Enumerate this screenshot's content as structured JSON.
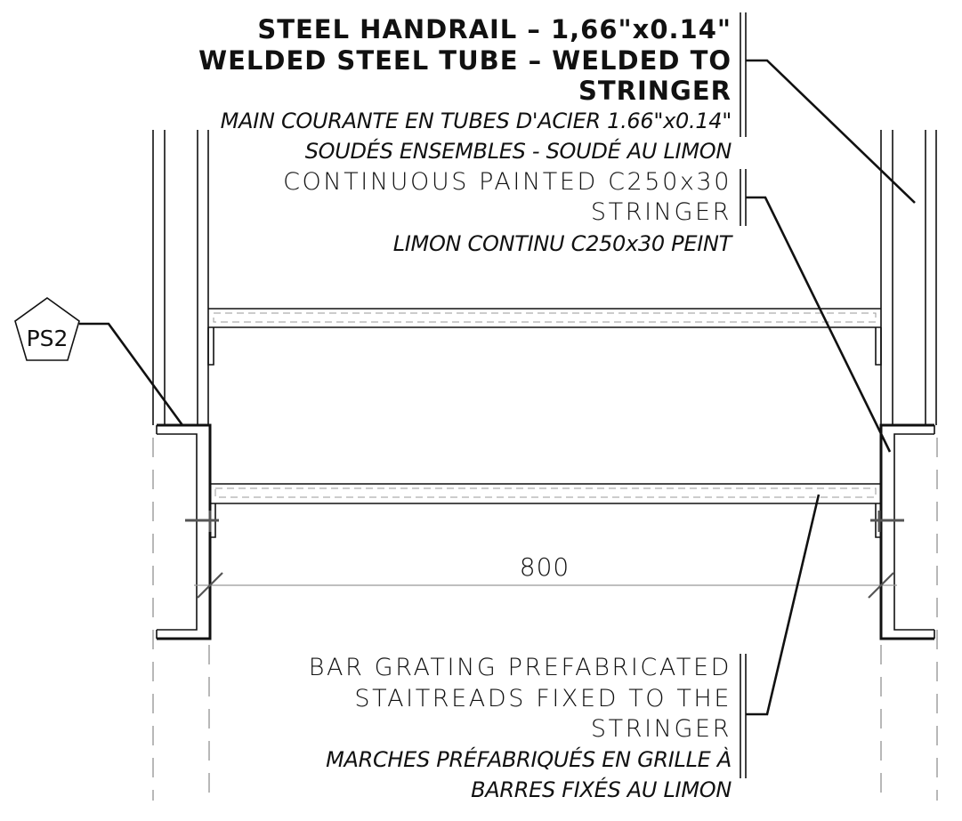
{
  "callouts": {
    "handrail": {
      "lines_en": [
        "STEEL HANDRAIL – 1,66\"x0.14\"",
        "WELDED STEEL TUBE – WELDED TO",
        "STRINGER"
      ],
      "lines_fr": [
        "MAIN COURANTE EN TUBES D'ACIER 1.66\"x0.14\"",
        "SOUDÉS ENSEMBLES - SOUDÉ AU LIMON"
      ]
    },
    "stringer": {
      "lines_en": [
        "CONTINUOUS PAINTED C250x30",
        "STRINGER"
      ],
      "lines_fr": [
        "LIMON CONTINU C250x30 PEINT"
      ]
    },
    "grating": {
      "lines_en": [
        "BAR GRATING PREFABRICATED",
        "STAITREADS FIXED TO THE",
        "STRINGER"
      ],
      "lines_fr": [
        "MARCHES PRÉFABRIQUÉS EN GRILLE À",
        "BARRES FIXÉS AU LIMON"
      ]
    }
  },
  "dimension": {
    "width": "800"
  },
  "tag": {
    "label": "PS2"
  }
}
